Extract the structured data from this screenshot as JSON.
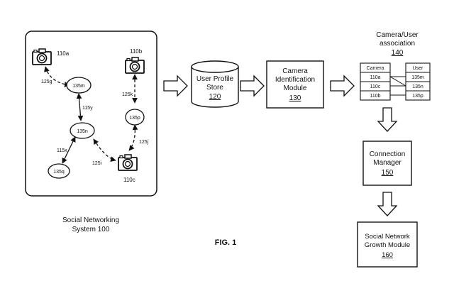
{
  "system": {
    "caption_line1": "Social Networking",
    "caption_line2": "System 100"
  },
  "cameras": [
    {
      "id": "cam-110a",
      "label": "110a"
    },
    {
      "id": "cam-110b",
      "label": "110b"
    },
    {
      "id": "cam-110c",
      "label": "110c"
    }
  ],
  "users": [
    {
      "id": "user-135m",
      "label": "135m"
    },
    {
      "id": "user-135n",
      "label": "135n"
    },
    {
      "id": "user-135p",
      "label": "135p"
    },
    {
      "id": "user-135q",
      "label": "135q"
    }
  ],
  "edges": [
    {
      "label": "125g"
    },
    {
      "label": "115y"
    },
    {
      "label": "125k"
    },
    {
      "label": "115x"
    },
    {
      "label": "125i"
    },
    {
      "label": "125j"
    }
  ],
  "profile_store": {
    "line1": "User Profile",
    "line2": "Store",
    "ref": "120"
  },
  "camera_id_module": {
    "line1": "Camera",
    "line2": "Identification",
    "line3": "Module",
    "ref": "130"
  },
  "association": {
    "title_line1": "Camera/User",
    "title_line2": "association",
    "ref": "140",
    "camera_header": "Camera",
    "user_header": "User",
    "camera_rows": [
      "110a",
      "110c",
      "110b"
    ],
    "user_rows": [
      "135m",
      "135n",
      "135p"
    ]
  },
  "connection_manager": {
    "line1": "Connection",
    "line2": "Manager",
    "ref": "150"
  },
  "growth_module": {
    "line1": "Social Network",
    "line2": "Growth Module",
    "ref": "160"
  },
  "figure_label": "FIG. 1"
}
